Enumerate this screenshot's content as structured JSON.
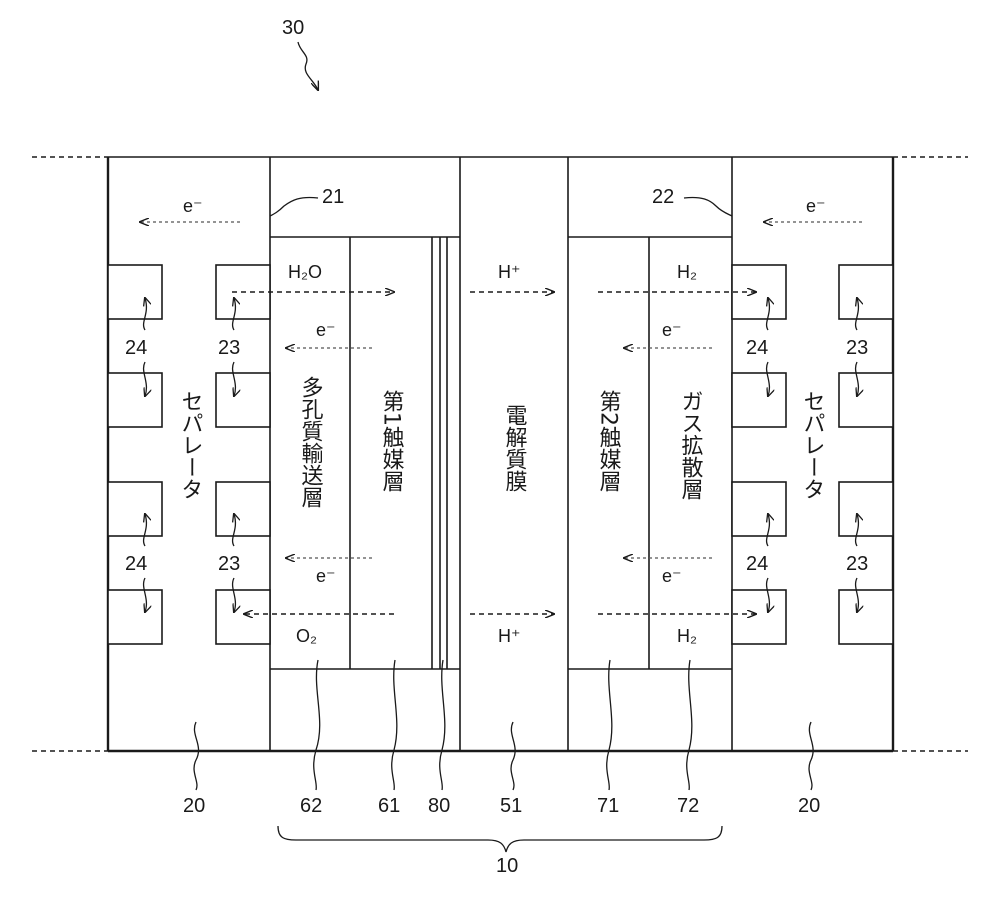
{
  "figure_ref": "30",
  "group_ref": "10",
  "refs": {
    "separator_left": "20",
    "separator_right": "20",
    "sep_part_21": "21",
    "sep_part_22": "22",
    "channel_23": "23",
    "channel_24": "24",
    "layer_62": "62",
    "layer_61": "61",
    "layer_80": "80",
    "layer_51": "51",
    "layer_71": "71",
    "layer_72": "72"
  },
  "labels": {
    "separator": "セパレータ",
    "porous_transport": "多孔質輸送層",
    "catalyst1": "第1触媒層",
    "membrane": "電解質膜",
    "catalyst2": "第2触媒層",
    "gas_diffusion": "ガス拡散層"
  },
  "species": {
    "electron": "e⁻",
    "water": "H₂O",
    "oxygen": "O₂",
    "proton": "H⁺",
    "hydrogen": "H₂"
  }
}
